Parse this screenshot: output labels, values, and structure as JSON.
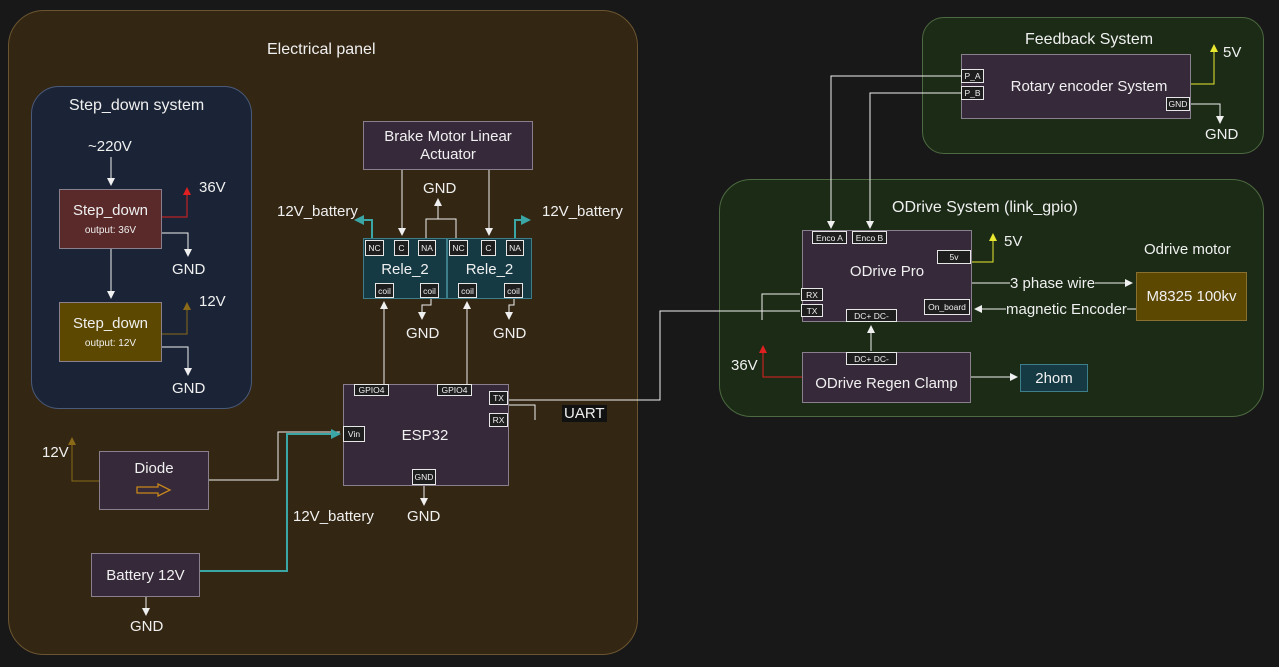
{
  "panels": {
    "electrical": "Electrical panel",
    "stepdown": "Step_down system",
    "feedback": "Feedback System",
    "odrive": "ODrive System (link_gpio)"
  },
  "stepdown": {
    "input": "~220V",
    "sd1_title": "Step_down",
    "sd1_output": "output: 36V",
    "sd1_v": "36V",
    "sd2_title": "Step_down",
    "sd2_output": "output: 12V",
    "sd2_v": "12V",
    "gnd1": "GND",
    "gnd2": "GND"
  },
  "relays": {
    "brake": "Brake Motor Linear Actuator",
    "gnd_top": "GND",
    "bat_left": "12V_battery",
    "bat_right": "12V_battery",
    "r1": "Rele_2",
    "r2": "Rele_2",
    "nc": "NC",
    "c": "C",
    "na": "NA",
    "coil": "coil",
    "gnd_b1": "GND",
    "gnd_b2": "GND"
  },
  "esp": {
    "title": "ESP32",
    "gpio": "GPIO4",
    "vin": "Vin",
    "tx": "TX",
    "rx": "RX",
    "gnd_port": "GND",
    "gnd": "GND",
    "uart": "UART",
    "bat_label": "12V_battery"
  },
  "power": {
    "diode_v": "12V",
    "diode": "Diode",
    "battery": "Battery 12V",
    "gnd": "GND"
  },
  "feedback": {
    "title": "Rotary encoder System",
    "pa": "P_A",
    "pb": "P_B",
    "gnd_port": "GND",
    "v5": "5V",
    "gnd": "GND"
  },
  "odrive": {
    "title": "ODrive Pro",
    "enca": "Enco A",
    "encb": "Enco B",
    "v5_port": "5v",
    "v5": "5V",
    "rx": "RX",
    "tx": "TX",
    "dc": "DC+  DC-",
    "onboard": "On_board",
    "motor_label": "Odrive motor",
    "motor": "M8325 100kv",
    "phase": "3 phase wire",
    "enc": "magnetic Encoder",
    "clamp": "ODrive Regen Clamp",
    "clamp_dc": "DC+  DC-",
    "v36": "36V",
    "res": "2hom"
  }
}
